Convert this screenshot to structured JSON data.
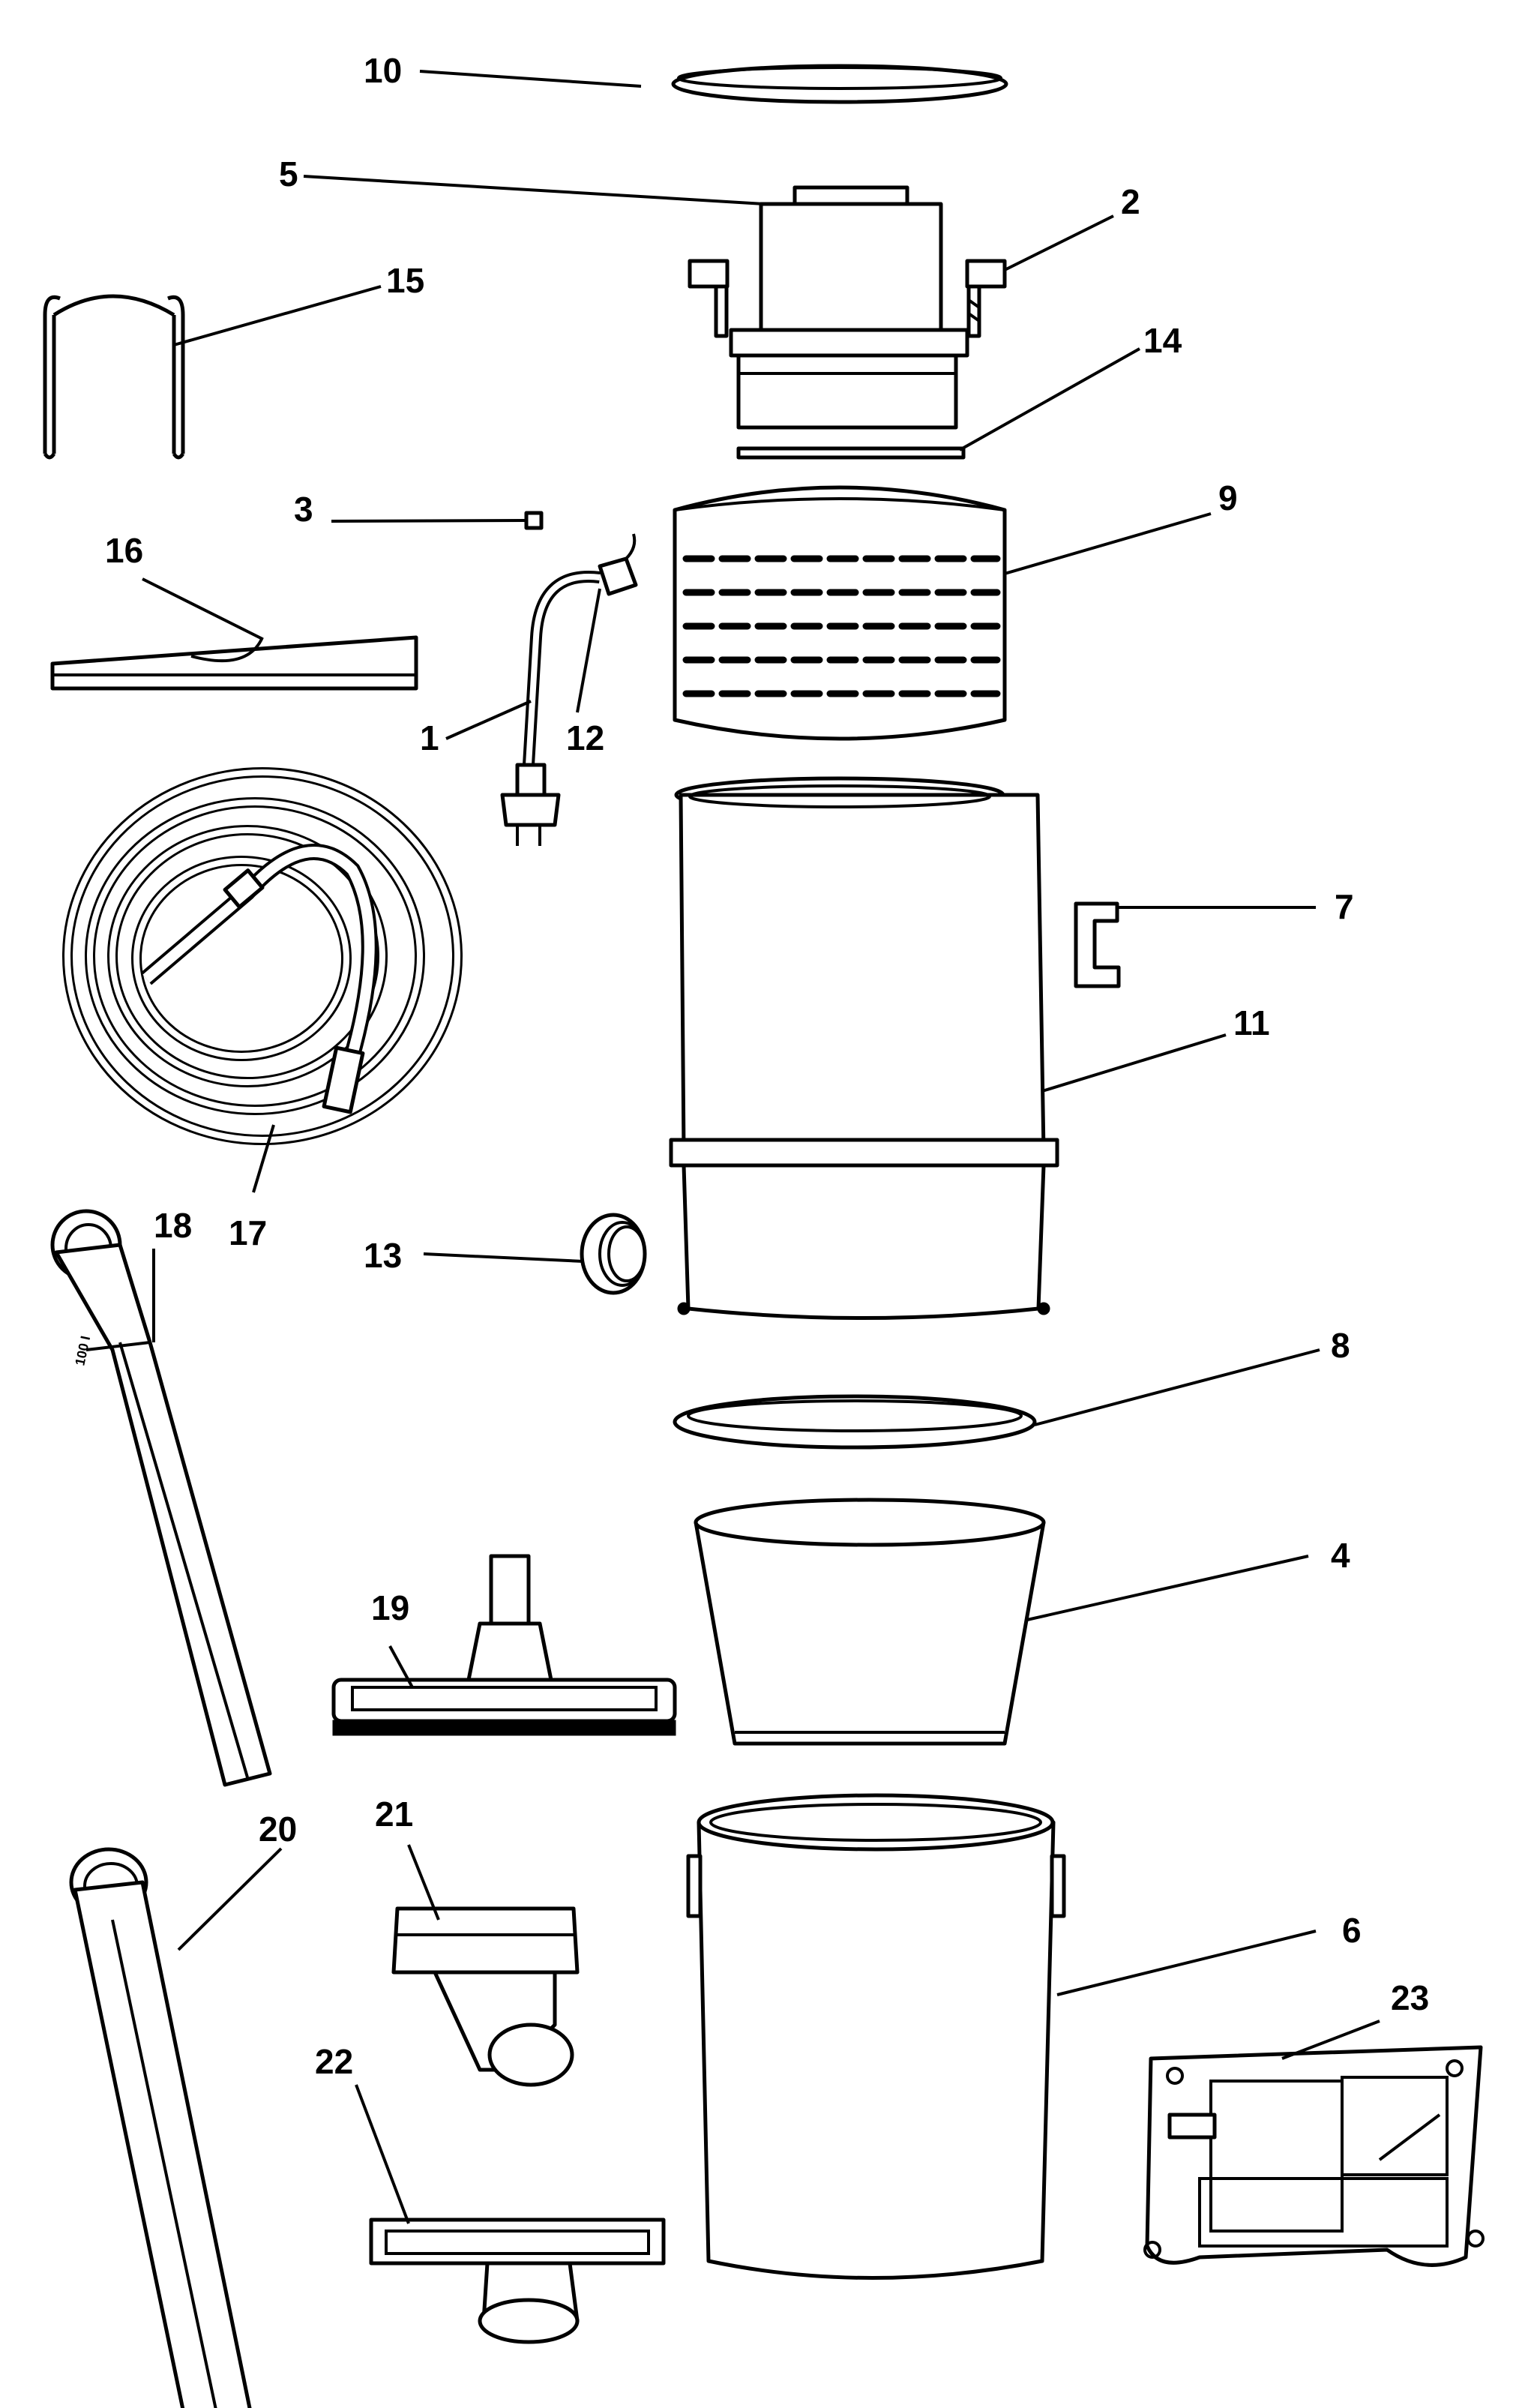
{
  "callouts": {
    "c1": "1",
    "c2": "2",
    "c3": "3",
    "c4": "4",
    "c5": "5",
    "c6": "6",
    "c7": "7",
    "c8": "8",
    "c9": "9",
    "c10": "10",
    "c11": "11",
    "c12": "12",
    "c13": "13",
    "c14": "14",
    "c15": "15",
    "c16": "16",
    "c17": "17",
    "c18": "18",
    "c19": "19",
    "c20": "20",
    "c21": "21",
    "c22": "22",
    "c23": "23"
  },
  "printed_on_parts": {
    "wand_marking": "100 I"
  }
}
